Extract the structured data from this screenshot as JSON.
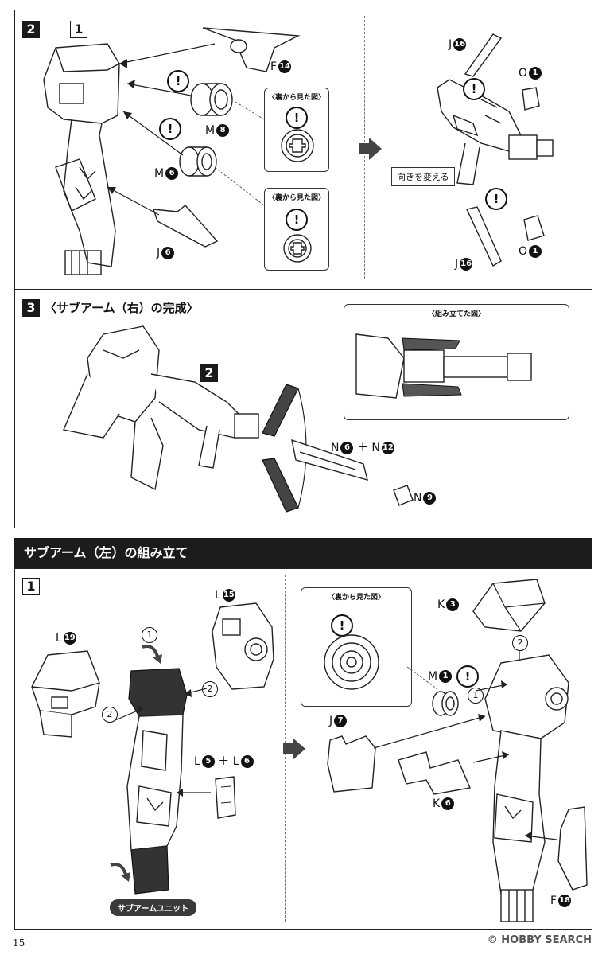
{
  "step2": {
    "step_label": "2",
    "sub_label": "1",
    "parts": {
      "F14": {
        "letter": "F",
        "num": "14"
      },
      "M8": {
        "letter": "M",
        "num": "8"
      },
      "M6": {
        "letter": "M",
        "num": "6"
      },
      "J6": {
        "letter": "J",
        "num": "6"
      },
      "J16a": {
        "letter": "J",
        "num": "16"
      },
      "O1a": {
        "letter": "O",
        "num": "1"
      },
      "J16b": {
        "letter": "J",
        "num": "16"
      },
      "O1b": {
        "letter": "O",
        "num": "1"
      }
    },
    "callout_back_view": "〈裏から見た図〉",
    "rotate_note": "向きを変える",
    "warn": "!"
  },
  "step3": {
    "step_label": "3",
    "title": "〈サブアーム（右）の完成〉",
    "ref_step": "2",
    "assembled_view": "〈組み立てた図〉",
    "parts": {
      "N6": {
        "letter": "N",
        "num": "6"
      },
      "plus": "＋",
      "N12": {
        "letter": "N",
        "num": "12"
      },
      "N9": {
        "letter": "N",
        "num": "9"
      }
    }
  },
  "section": {
    "title": "サブアーム（左）の組み立て"
  },
  "stepL": {
    "step_label": "1",
    "parts": {
      "L19": {
        "letter": "L",
        "num": "19"
      },
      "L15": {
        "letter": "L",
        "num": "15"
      },
      "L5": {
        "letter": "L",
        "num": "5"
      },
      "plus": "＋",
      "L6": {
        "letter": "L",
        "num": "6"
      },
      "K3": {
        "letter": "K",
        "num": "3"
      },
      "M1": {
        "letter": "M",
        "num": "1"
      },
      "J7": {
        "letter": "J",
        "num": "7"
      },
      "K6": {
        "letter": "K",
        "num": "6"
      },
      "F18": {
        "letter": "F",
        "num": "18"
      }
    },
    "order": {
      "one": "1",
      "two": "2"
    },
    "callout_back_view": "〈裏から見た図〉",
    "unit_label": "サブアームユニット",
    "warn": "!"
  },
  "footer": {
    "page": "15",
    "watermark": "© HOBBY SEARCH"
  }
}
